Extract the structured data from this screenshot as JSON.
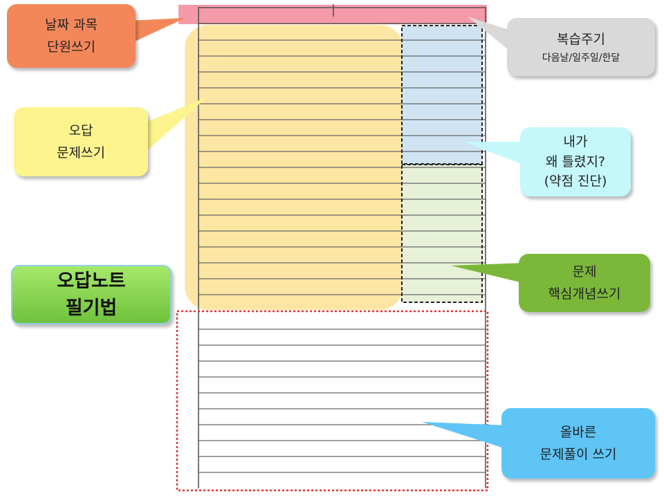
{
  "diagram": {
    "callouts": {
      "date_subject": {
        "lines": [
          "날짜 과목",
          "단원쓰기"
        ],
        "color": "#f4875a"
      },
      "review_cycle": {
        "title": "복습주기",
        "subtitle": "다음날/일주일/한달",
        "color": "#d9d9d9"
      },
      "wrong_problem": {
        "lines": [
          "오답",
          "문제쓰기"
        ],
        "color": "#fdf48e"
      },
      "why_wrong": {
        "lines": [
          "내가",
          "왜 틀렸지?",
          "(약점 진단)"
        ],
        "color": "#c5f8fb"
      },
      "key_concept": {
        "lines": [
          "문제",
          "핵심개념쓰기"
        ],
        "color": "#7bb83a"
      },
      "correct_solution": {
        "lines": [
          "올바른",
          "문제풀이 쓰기"
        ],
        "color": "#5ec5f6"
      }
    },
    "title": {
      "lines": [
        "오답노트",
        "필기법"
      ],
      "color": "#7ed04a"
    },
    "zone_colors": {
      "header": "#f59aa8",
      "problem": "#fde6a4",
      "diagnosis": "#cfe3f2",
      "concept": "#e6f1d8",
      "solution_border": "#e03030"
    }
  }
}
